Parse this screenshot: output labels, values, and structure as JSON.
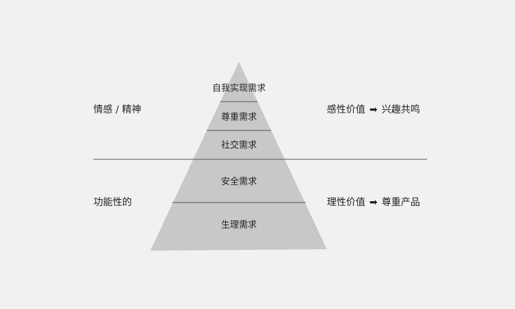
{
  "pyramid": {
    "fill_color": "#c8c8c8",
    "divider_color": "#555555",
    "levels": [
      {
        "label": "自我实现需求"
      },
      {
        "label": "尊重需求"
      },
      {
        "label": "社交需求"
      },
      {
        "label": "安全需求"
      },
      {
        "label": "生理需求"
      }
    ]
  },
  "left_labels": {
    "upper": "情感 / 精神",
    "lower": "功能性的"
  },
  "right_labels": {
    "upper": {
      "from": "感性价值",
      "arrow_icon": "arrow-right-icon",
      "to": "兴趣共鸣"
    },
    "lower": {
      "from": "理性价值",
      "arrow_icon": "arrow-right-icon",
      "to": "尊重产品"
    }
  }
}
